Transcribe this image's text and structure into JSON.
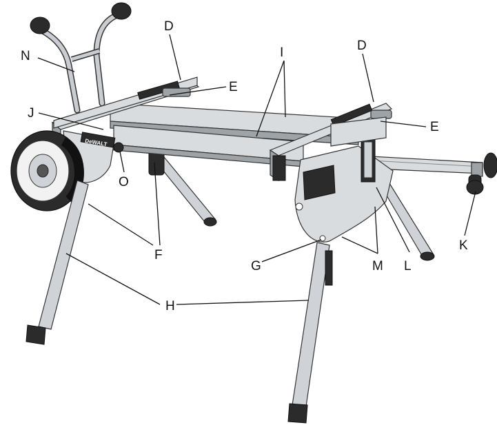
{
  "brand": "DeWALT",
  "callouts": {
    "N": "N",
    "D_left": "D",
    "D_right": "D",
    "I": "I",
    "E_left": "E",
    "E_right": "E",
    "J": "J",
    "O": "O",
    "F": "F",
    "H": "H",
    "G": "G",
    "M": "M",
    "L": "L",
    "K": "K"
  }
}
